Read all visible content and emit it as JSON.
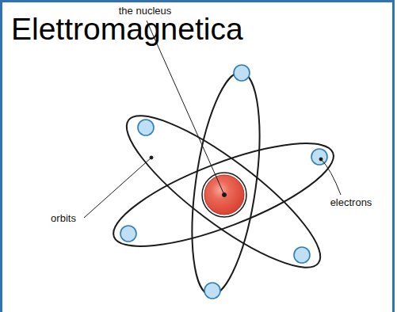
{
  "diagram": {
    "title": "Elettromagnetica",
    "labels": [
      "the nucleus",
      "orbits",
      "electrons"
    ]
  }
}
